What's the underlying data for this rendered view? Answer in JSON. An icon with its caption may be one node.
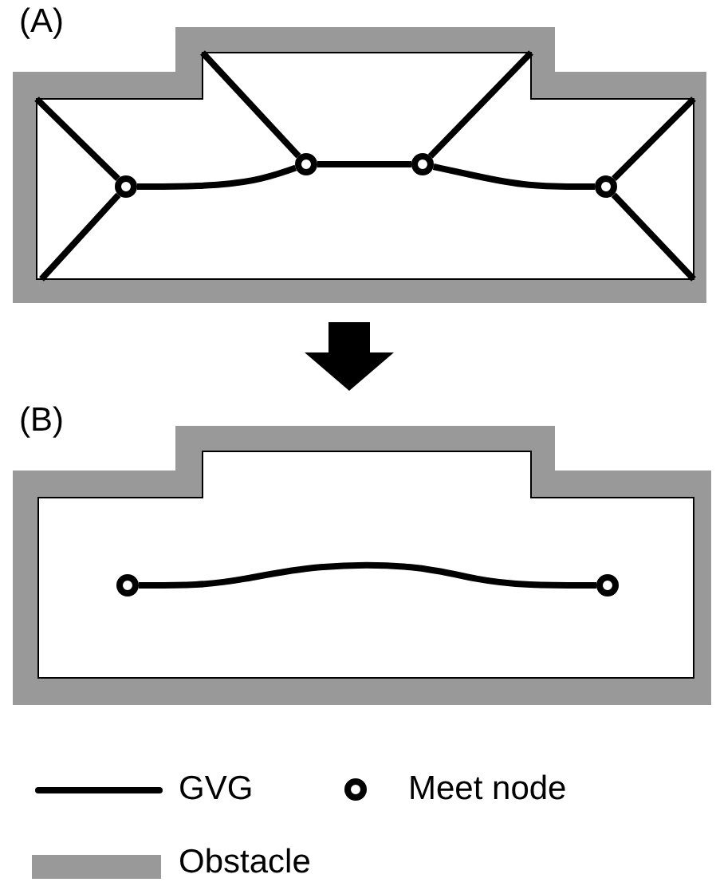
{
  "diagram": {
    "nodes": [
      {
        "text": [
          "(A)"
        ]
      },
      {
        "text": [],
        "shape": "circle",
        "in": 0
      },
      {
        "text": [],
        "shape": "circle",
        "in": 0
      },
      {
        "text": [],
        "shape": "circle",
        "in": 0
      },
      {
        "text": [],
        "shape": "circle",
        "in": 0
      },
      {
        "text": [
          "(B)"
        ]
      },
      {
        "text": [],
        "shape": "circle",
        "in": 5
      },
      {
        "text": [],
        "shape": "circle",
        "in": 5
      }
    ],
    "edges": [
      {
        "from": 1,
        "to": 2,
        "arrow": "none"
      },
      {
        "from": 2,
        "to": 3,
        "arrow": "none"
      },
      {
        "from": 3,
        "to": 4,
        "arrow": "none"
      },
      {
        "from": 1,
        "to": null,
        "arrow": "none"
      },
      {
        "from": 1,
        "to": null,
        "arrow": "none"
      },
      {
        "from": 2,
        "to": null,
        "arrow": "none"
      },
      {
        "from": 3,
        "to": null,
        "arrow": "none"
      },
      {
        "from": 4,
        "to": null,
        "arrow": "none"
      },
      {
        "from": 4,
        "to": null,
        "arrow": "none"
      },
      {
        "from": 6,
        "to": 7,
        "arrow": "none"
      },
      {
        "from": 0,
        "to": 5,
        "arrow": "to",
        "style": "thick"
      }
    ],
    "legend": [
      {
        "text": "GVG"
      },
      {
        "text": "Meet node"
      },
      {
        "text": "Obstacle",
        "color": "#999999"
      }
    ]
  }
}
